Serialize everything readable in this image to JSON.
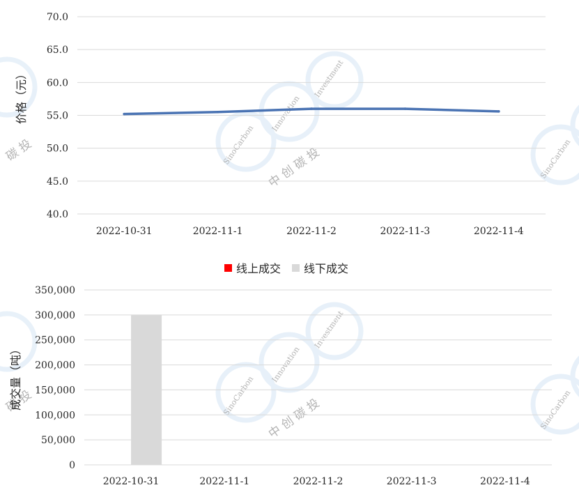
{
  "chart_data": [
    {
      "type": "line",
      "categories": [
        "2022-10-31",
        "2022-11-1",
        "2022-11-2",
        "2022-11-3",
        "2022-11-4"
      ],
      "series": [
        {
          "values": [
            55.2,
            55.5,
            56.0,
            56.0,
            55.6
          ],
          "color": "#4a73b3"
        }
      ],
      "ylabel": "价格（元）",
      "ylim": [
        40.0,
        70.0
      ],
      "yticks": [
        "40.0",
        "45.0",
        "50.0",
        "55.0",
        "60.0",
        "65.0",
        "70.0"
      ],
      "grid": true,
      "legend": "none"
    },
    {
      "type": "bar",
      "categories": [
        "2022-10-31",
        "2022-11-1",
        "2022-11-2",
        "2022-11-3",
        "2022-11-4"
      ],
      "series": [
        {
          "name": "线上成交",
          "values": [
            0,
            0,
            0,
            0,
            0
          ],
          "color": "#ff0000"
        },
        {
          "name": "线下成交",
          "values": [
            300000,
            0,
            0,
            0,
            0
          ],
          "color": "#d9d9d9"
        }
      ],
      "ylabel": "成交量（吨）",
      "ylim": [
        0,
        350000
      ],
      "yticks": [
        "0",
        "50,000",
        "100,000",
        "150,000",
        "200,000",
        "250,000",
        "300,000",
        "350,000"
      ],
      "grid": true,
      "legend": "top"
    }
  ],
  "watermark": {
    "text_en": "SinoCarbon",
    "text_mid": "Innovation",
    "text_right": "Investment",
    "text_cn": "中 创 碳 投",
    "partial_cn": "碳 投",
    "color": "#bcd6ee"
  }
}
